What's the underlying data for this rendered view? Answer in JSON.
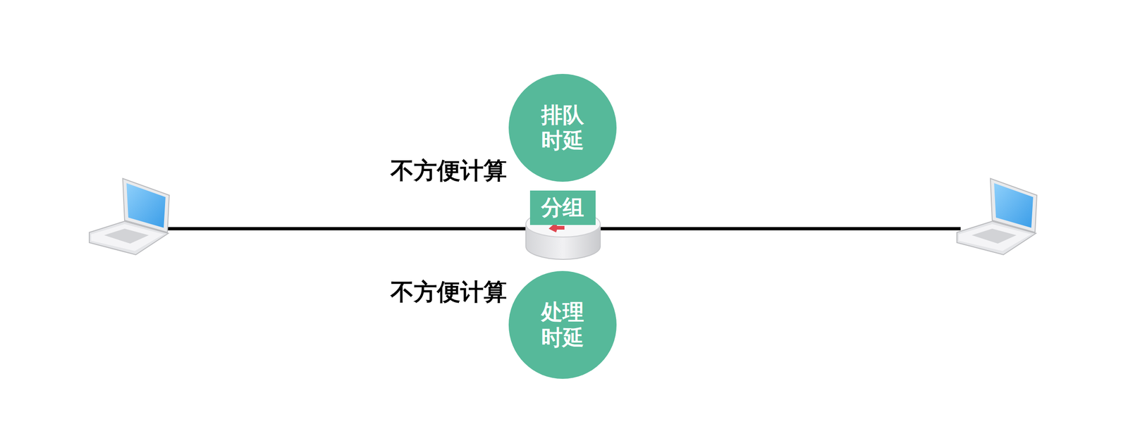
{
  "diagram": {
    "nodes": [
      {
        "text": [
          "排队 时延"
        ]
      },
      {
        "text": [
          "分组"
        ]
      },
      {
        "text": [
          "处理 时延"
        ]
      }
    ],
    "labels": [
      "不方便计算",
      "不方便计算"
    ]
  }
}
